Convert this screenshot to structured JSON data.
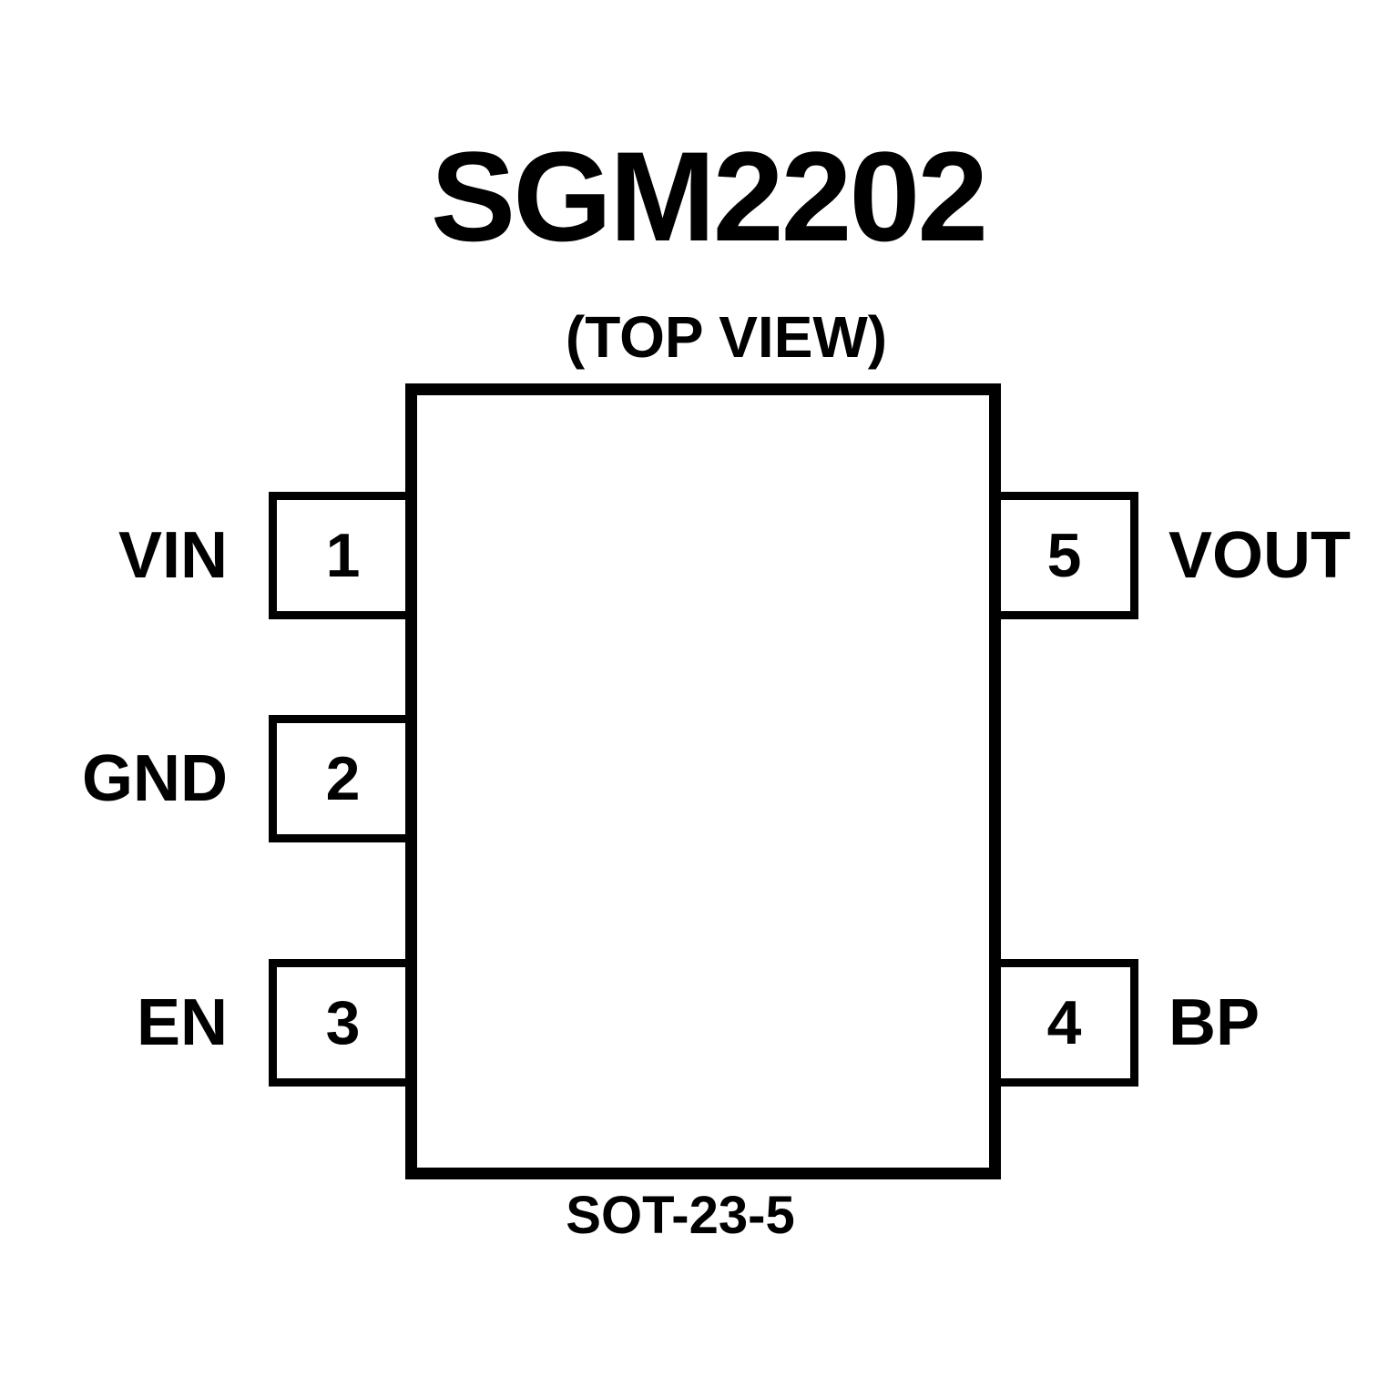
{
  "page": {
    "background_color": "#ffffff",
    "ink_color": "#000000"
  },
  "diagram": {
    "title": "SGM2202",
    "subtitle": "(TOP VIEW)",
    "package_label": "SOT-23-5",
    "pins": {
      "left": [
        {
          "number": "1",
          "name": "VIN"
        },
        {
          "number": "2",
          "name": "GND"
        },
        {
          "number": "3",
          "name": "EN"
        }
      ],
      "right": [
        {
          "number": "5",
          "name": "VOUT"
        },
        {
          "number": "4",
          "name": "BP"
        }
      ]
    }
  }
}
